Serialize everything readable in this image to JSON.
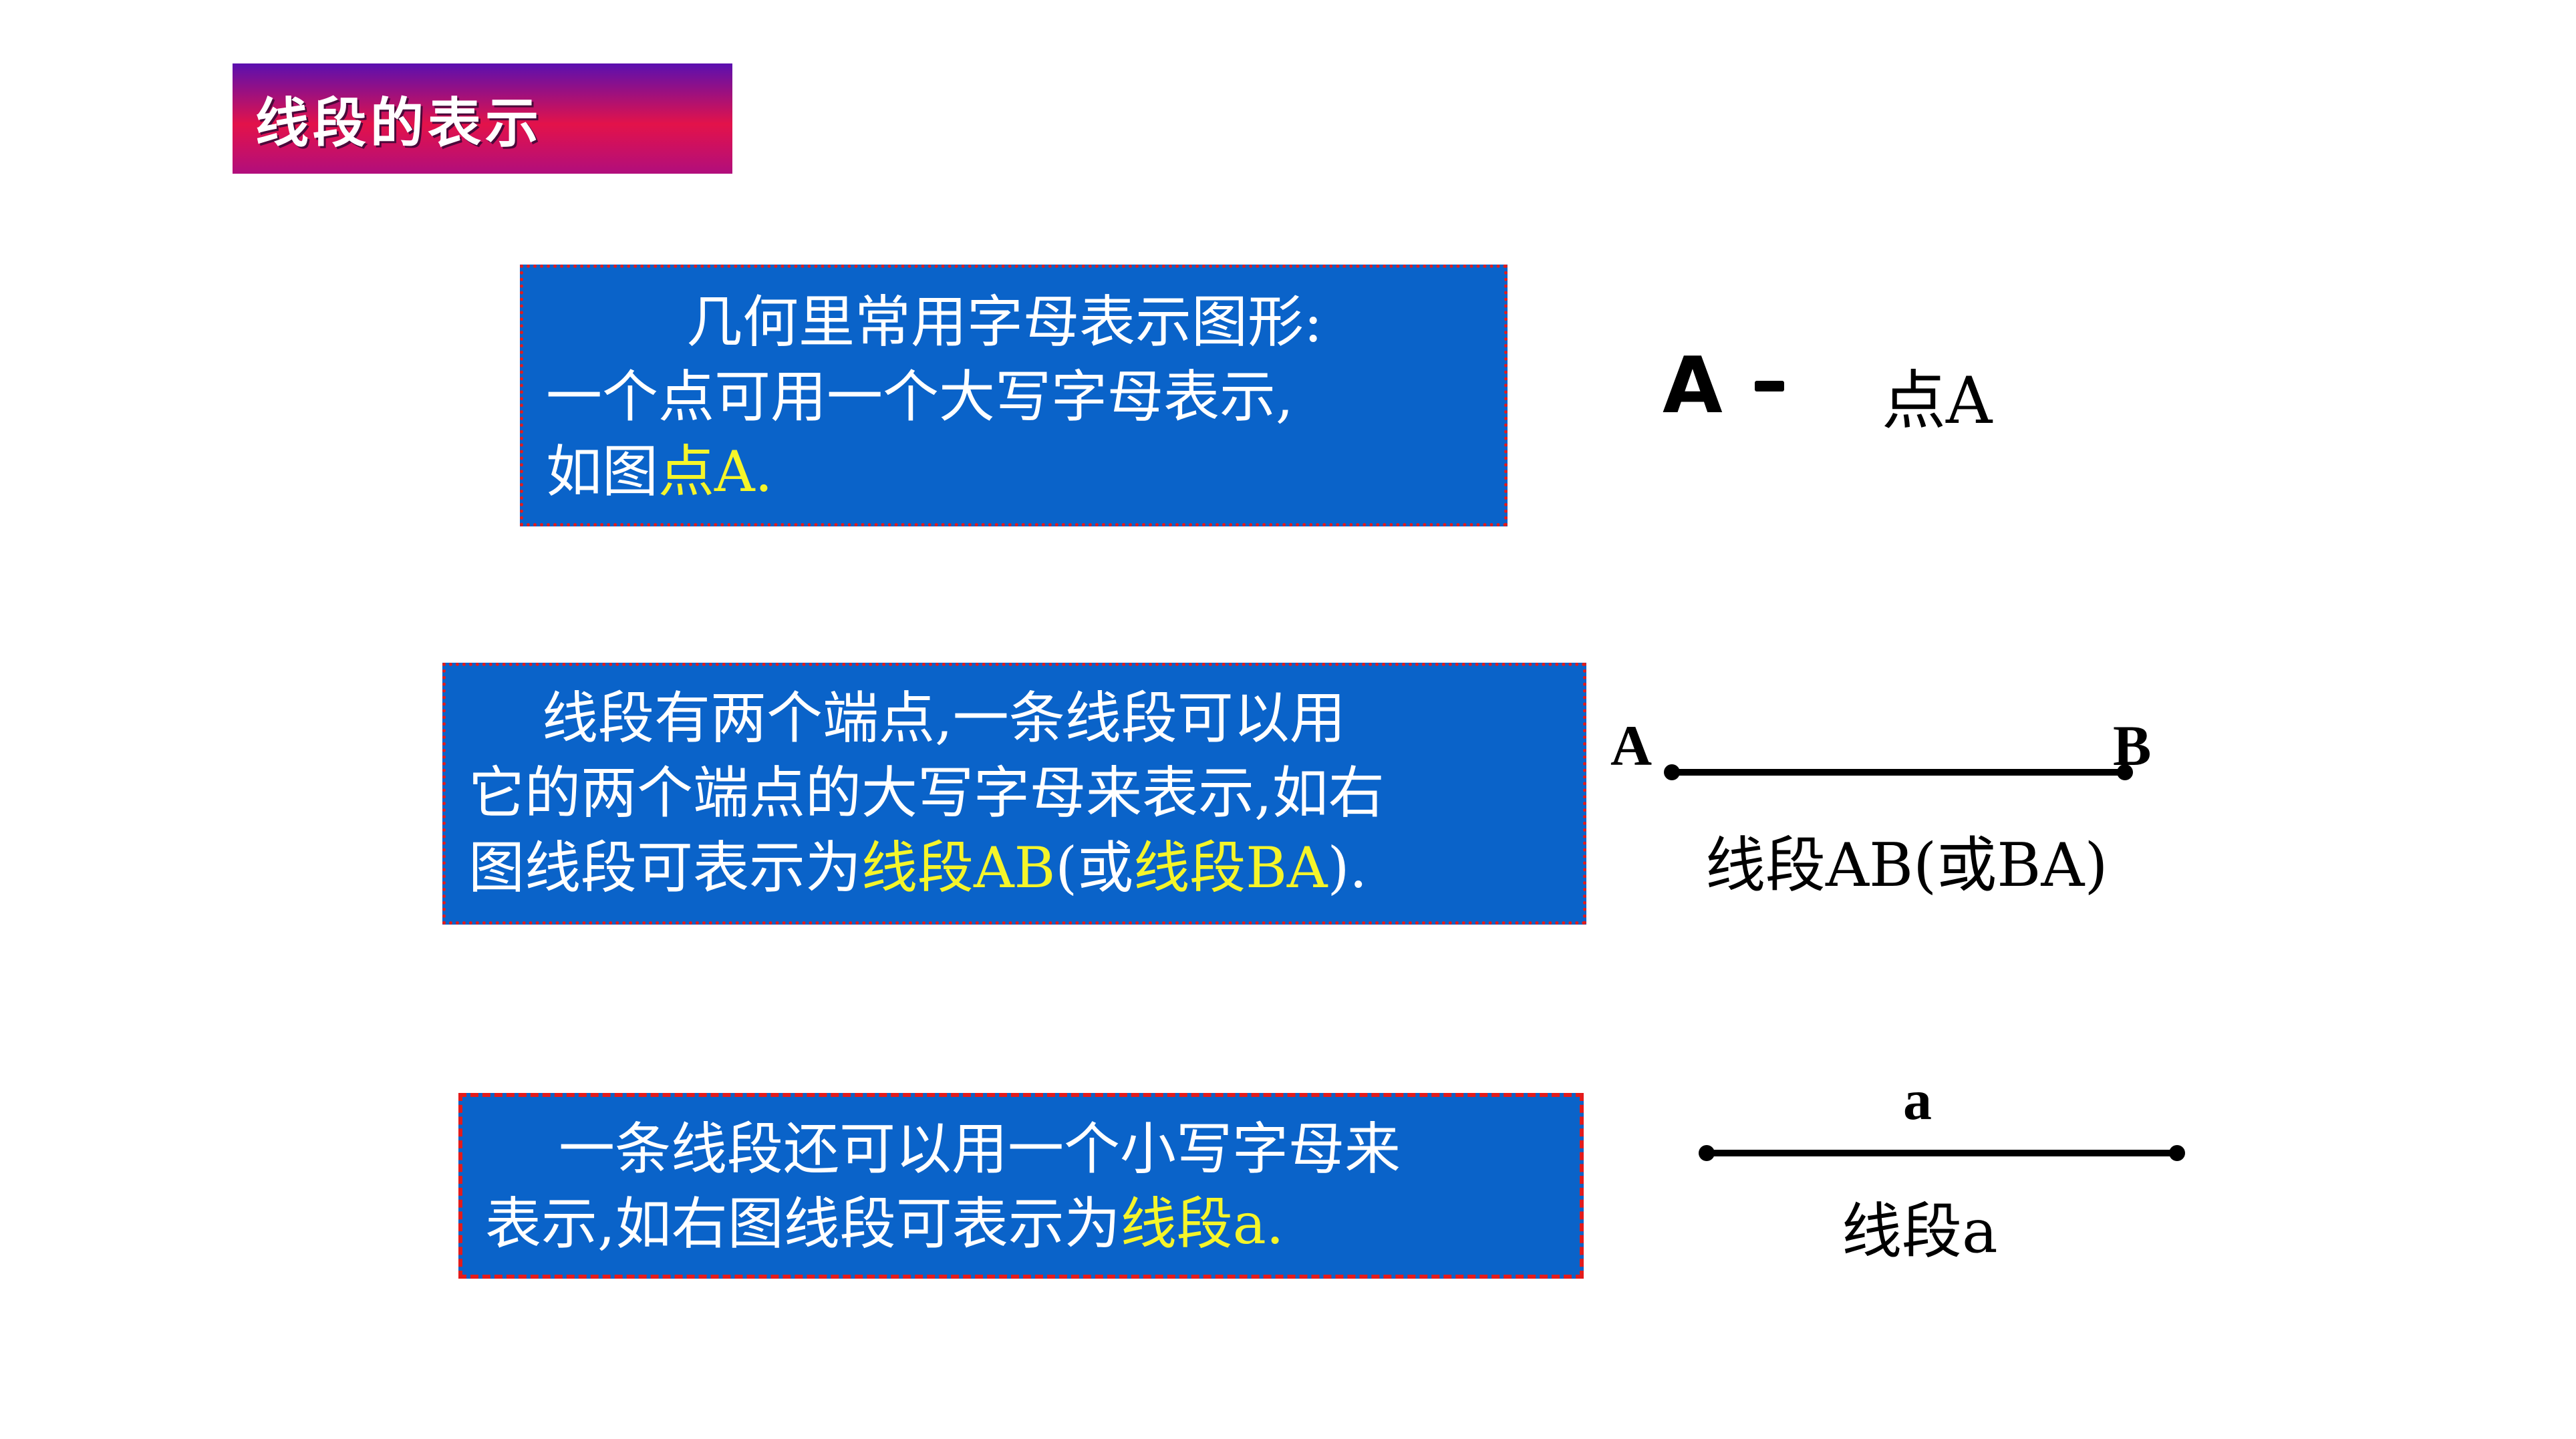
{
  "title": "线段的表示",
  "box1": {
    "line1": "几何里常用字母表示图形:",
    "line2": "一个点可用一个大写字母表示,",
    "line3_prefix": "如图",
    "line3_highlight": "点A."
  },
  "figure1": {
    "point_label": "A",
    "caption": "点A"
  },
  "box2": {
    "line1": "线段有两个端点,一条线段可以用",
    "line2": "它的两个端点的大写字母来表示,如右",
    "line3_prefix": "图线段可表示为",
    "line3_hl1": "线段AB",
    "line3_mid": "(或",
    "line3_hl2": "线段BA",
    "line3_suffix": ")."
  },
  "figure2": {
    "left_label": "A",
    "right_label": "B",
    "caption": "线段AB(或BA)"
  },
  "box3": {
    "line1": "一条线段还可以用一个小写字母来",
    "line2_prefix": "表示,如右图线段可表示为",
    "line2_highlight": "线段a."
  },
  "figure3": {
    "top_label": "a",
    "caption": "线段a"
  },
  "colors": {
    "box_bg": "#0a63c9",
    "highlight": "#f5f52a",
    "border": "#e31b1b"
  }
}
